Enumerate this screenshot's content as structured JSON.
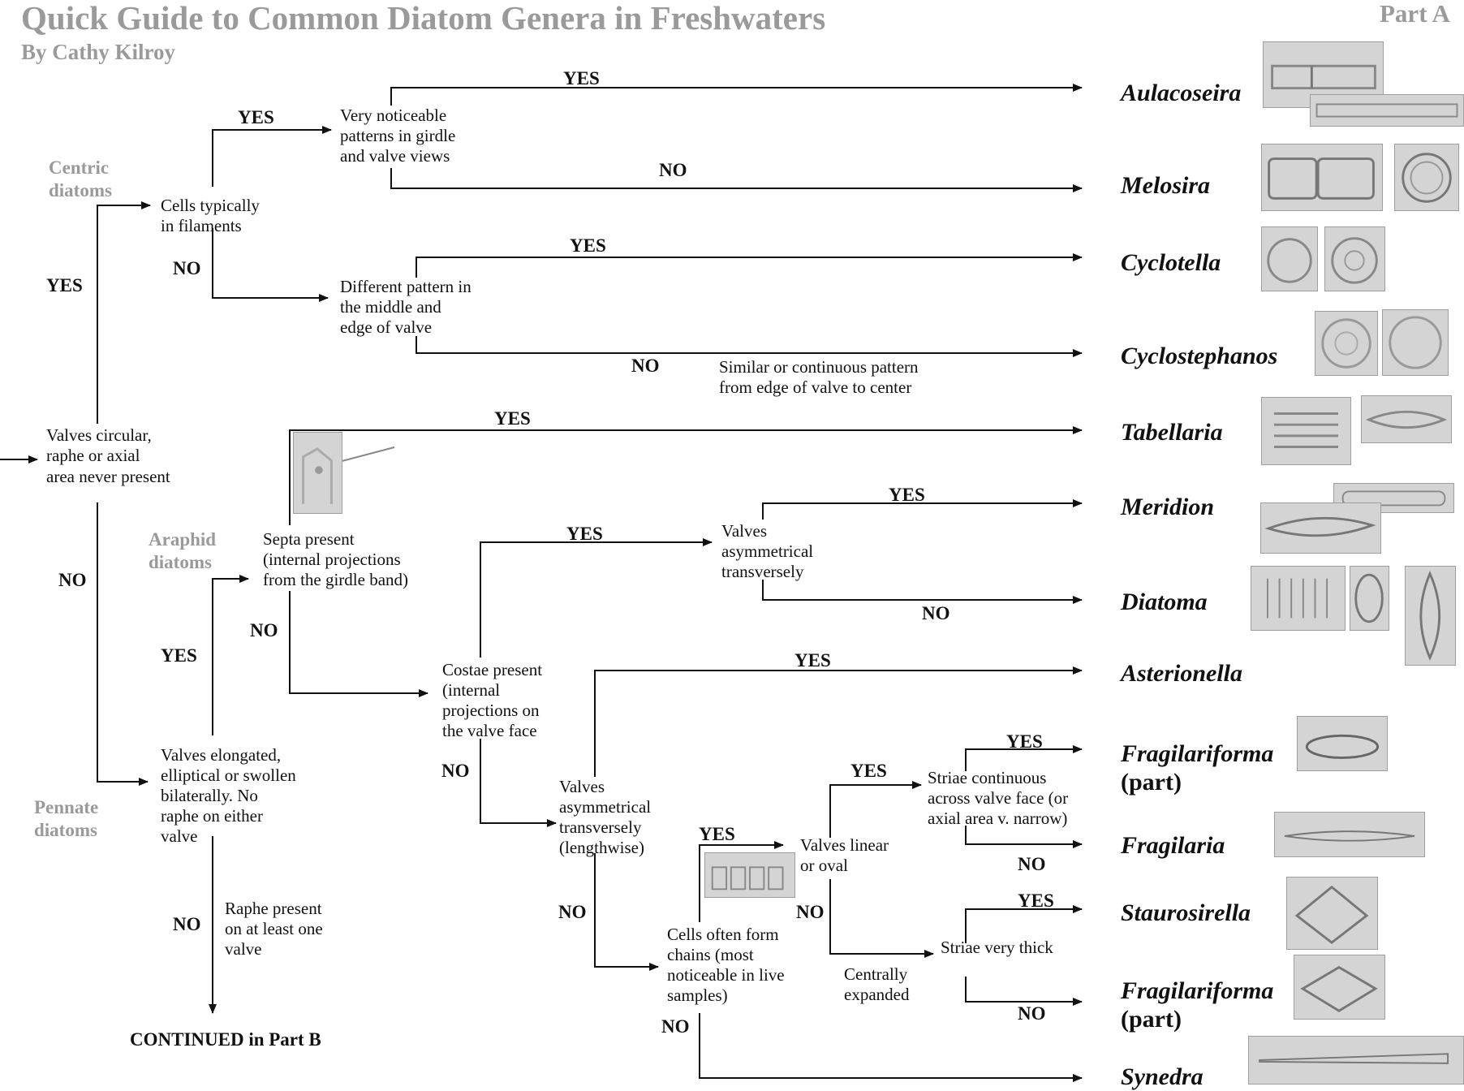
{
  "header": {
    "title": "Quick Guide to Common Diatom Genera in Freshwaters",
    "author": "By Cathy Kilroy",
    "part": "Part A"
  },
  "group_labels": {
    "centric": [
      "Centric",
      "diatoms"
    ],
    "araphid": [
      "Araphid",
      "diatoms"
    ],
    "pennate": [
      "Pennate",
      "diatoms"
    ]
  },
  "questions": {
    "q_start": [
      "Valves circular,",
      "raphe or axial",
      "area never present"
    ],
    "q_filaments": [
      "Cells typically",
      "in filaments"
    ],
    "q_patterns": [
      "Very noticeable",
      "patterns in girdle",
      "and valve views"
    ],
    "q_middle_edge": [
      "Different pattern in",
      "the middle and",
      "edge of valve"
    ],
    "note_similar": [
      "Similar or continuous pattern",
      "from edge of valve to center"
    ],
    "q_elongated": [
      "Valves elongated,",
      "elliptical or swollen",
      "bilaterally. No",
      "raphe on either",
      "valve"
    ],
    "note_raphe": [
      "Raphe present",
      "on at least one",
      "valve"
    ],
    "q_septa": [
      "Septa present",
      "(internal projections",
      "from the girdle band)"
    ],
    "q_costae": [
      "Costae present",
      "(internal",
      "projections on",
      "the valve face"
    ],
    "q_asym_trans": [
      "Valves",
      "asymmetrical",
      "transversely"
    ],
    "q_asym_length": [
      "Valves",
      "asymmetrical",
      "transversely",
      "(lengthwise)"
    ],
    "q_chains": [
      "Cells often form",
      "chains (most",
      "noticeable in live",
      "samples)"
    ],
    "q_linear": [
      "Valves linear",
      "or oval"
    ],
    "note_central": [
      "Centrally",
      "expanded"
    ],
    "q_striae_cont": [
      "Striae continuous",
      "across valve face (or",
      "axial area v. narrow)"
    ],
    "q_striae_thick": [
      "Striae very thick"
    ]
  },
  "answers": {
    "yes": "YES",
    "no": "NO"
  },
  "genera": {
    "aulacoseira": "Aulacoseira",
    "melosira": "Melosira",
    "cyclotella": "Cyclotella",
    "cyclostephanos": "Cyclostephanos",
    "tabellaria": "Tabellaria",
    "meridion": "Meridion",
    "diatoma": "Diatoma",
    "asterionella": "Asterionella",
    "fragilariforma_1": "Fragilariforma",
    "fragilaria": "Fragilaria",
    "staurosirella": "Staurosirella",
    "fragilariforma_2": "Fragilariforma",
    "synedra": "Synedra",
    "part_note": "(part)"
  },
  "footer": {
    "continued": "CONTINUED in Part B"
  },
  "colors": {
    "title_grey": "#9a9a9a",
    "line": "#111111",
    "micrograph_bg": "#d4d4d4"
  }
}
